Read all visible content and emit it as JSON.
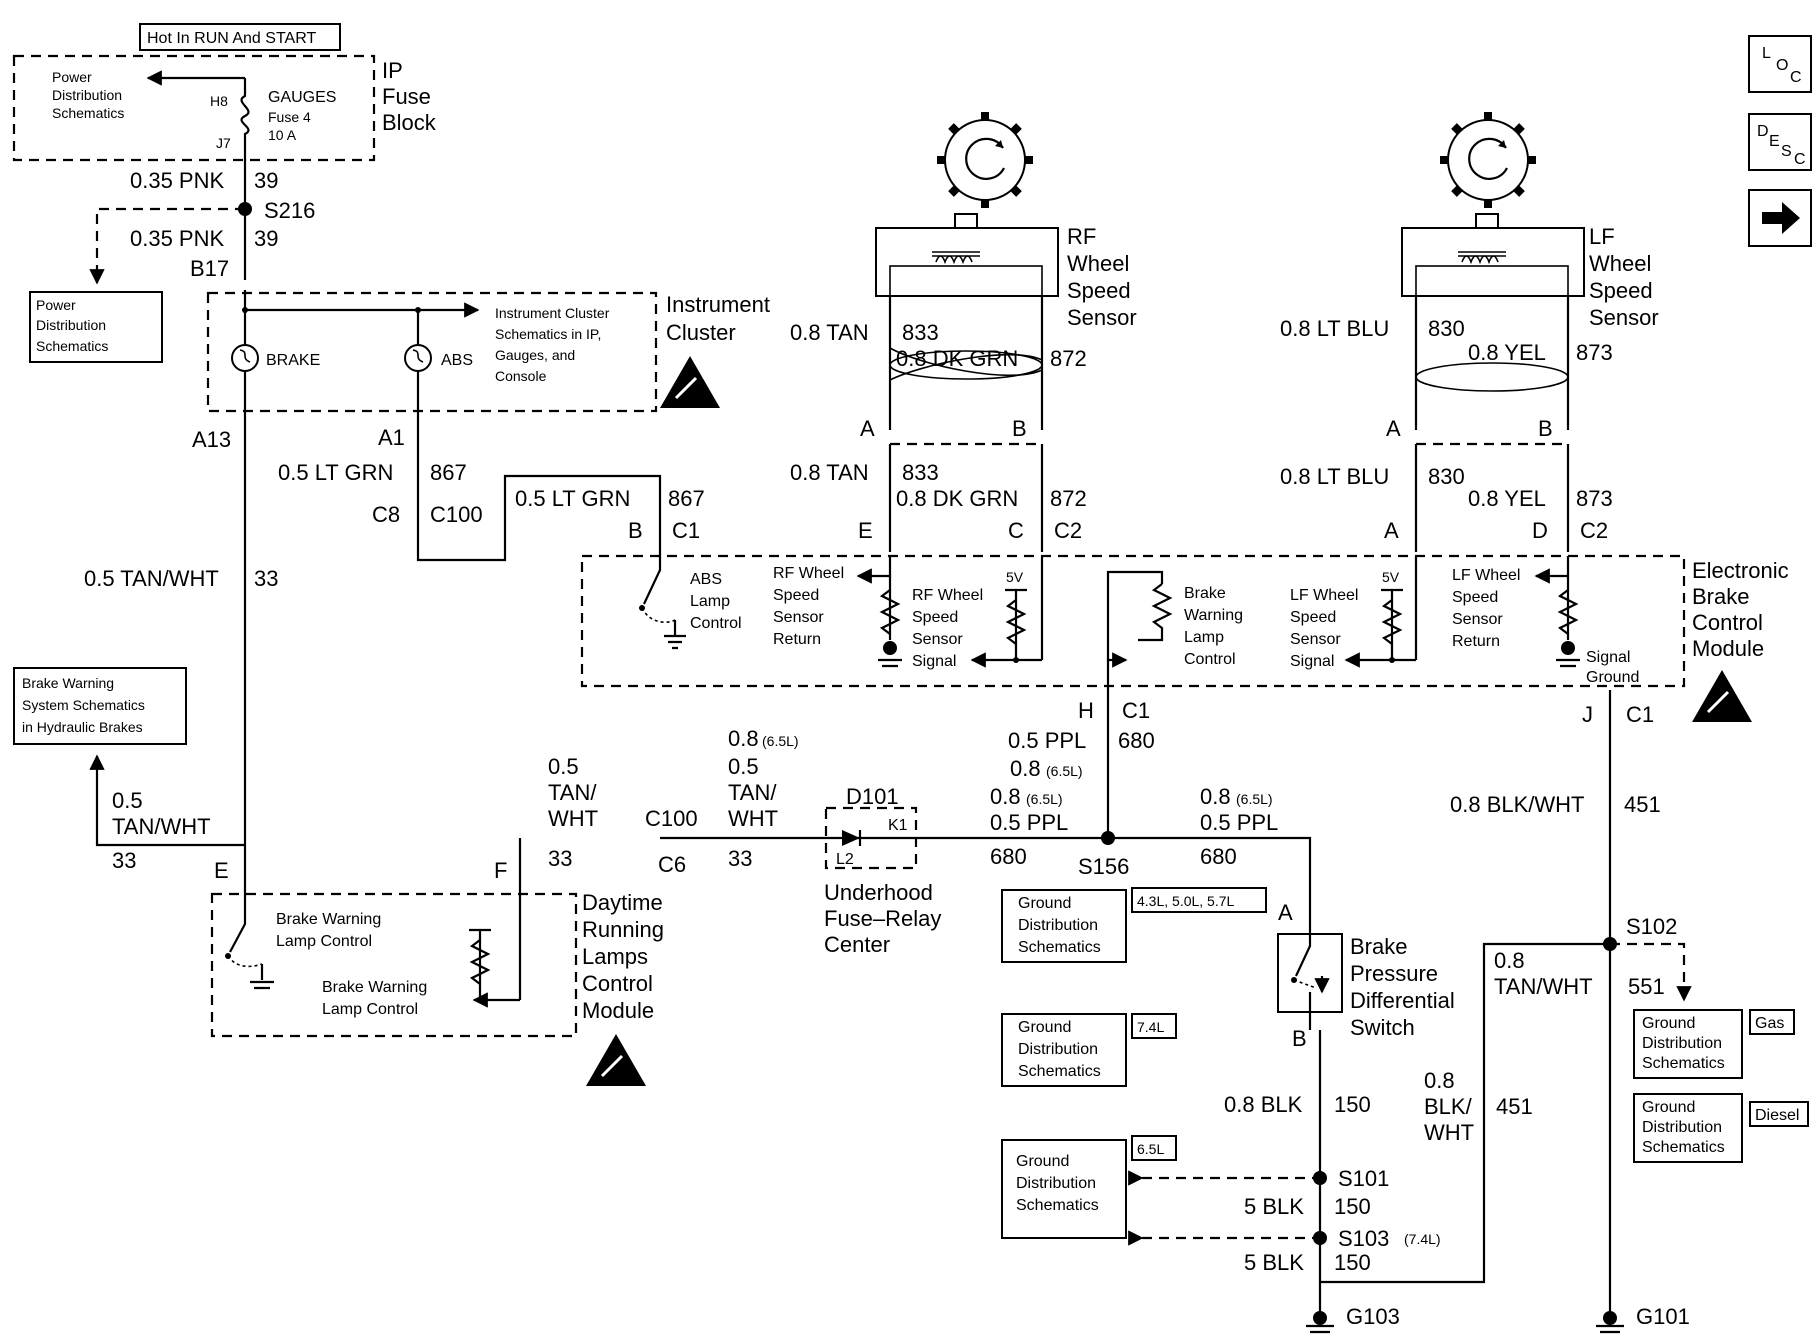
{
  "nav": {
    "loc": {
      "l1": "L",
      "l2": "O",
      "l3": "C"
    },
    "desc": {
      "l1": "D",
      "l2": "E",
      "l3": "S",
      "l4": "C"
    },
    "next_icon": "right-arrow-icon"
  },
  "fuse_block": {
    "hot_label": "Hot In RUN And START",
    "title_l1": "IP",
    "title_l2": "Fuse",
    "title_l3": "Block",
    "pds_l1": "Power",
    "pds_l2": "Distribution",
    "pds_l3": "Schematics",
    "pin_in": "H8",
    "pin_out": "J7",
    "fuse_l1": "GAUGES",
    "fuse_l2": "Fuse 4",
    "fuse_l3": "10 A"
  },
  "splice_s216": {
    "wire_top": "0.35 PNK",
    "circ_top": "39",
    "name": "S216",
    "wire_bot": "0.35 PNK",
    "circ_bot": "39",
    "pds_l1": "Power",
    "pds_l2": "Distribution",
    "pds_l3": "Schematics"
  },
  "cluster": {
    "pin_in": "B17",
    "title_l1": "Instrument",
    "title_l2": "Cluster",
    "brake": "BRAKE",
    "abs": "ABS",
    "ref_l1": "Instrument Cluster",
    "ref_l2": "Schematics in IP,",
    "ref_l3": "Gauges, and",
    "ref_l4": "Console",
    "pin_a13": "A13",
    "pin_a1": "A1"
  },
  "wires_left": {
    "a1_wire": "0.5 LT GRN",
    "a1_circ": "867",
    "c8": "C8",
    "c100": "C100",
    "c100_wire": "0.5 LT GRN",
    "c100_circ": "867",
    "a13_wire": "0.5 TAN/WHT",
    "a13_circ": "33"
  },
  "bwss": {
    "l1": "Brake Warning",
    "l2": "System Schematics",
    "l3": "in Hydraulic Brakes"
  },
  "rf_sensor": {
    "title_l1": "RF",
    "title_l2": "Wheel",
    "title_l3": "Speed",
    "title_l4": "Sensor",
    "w1": "0.8 TAN",
    "c1": "833",
    "w2": "0.8 DK GRN",
    "c2": "872",
    "pin_a": "A",
    "pin_b": "B",
    "w1b": "0.8 TAN",
    "c1b": "833",
    "w2b": "0.8 DK GRN",
    "c2b": "872"
  },
  "lf_sensor": {
    "title_l1": "LF",
    "title_l2": "Wheel",
    "title_l3": "Speed",
    "title_l4": "Sensor",
    "w1": "0.8 LT BLU",
    "c1": "830",
    "w2": "0.8 YEL",
    "c2": "873",
    "pin_a": "A",
    "pin_b": "B",
    "w1b": "0.8 LT BLU",
    "c1b": "830",
    "w2b": "0.8 YEL",
    "c2b": "873"
  },
  "ebcm": {
    "title_l1": "Electronic",
    "title_l2": "Brake",
    "title_l3": "Control",
    "title_l4": "Module",
    "pin_b": "B",
    "c1": "C1",
    "pin_e": "E",
    "pin_c": "C",
    "c2": "C2",
    "pin_a": "A",
    "pin_d": "D",
    "c2b": "C2",
    "abs_l1": "ABS",
    "abs_l2": "Lamp",
    "abs_l3": "Control",
    "rfr_l1": "RF Wheel",
    "rfr_l2": "Speed",
    "rfr_l3": "Sensor",
    "rfr_l4": "Return",
    "rfs_l1": "RF Wheel",
    "rfs_l2": "Speed",
    "rfs_l3": "Sensor",
    "rfs_l4": "Signal",
    "v5a": "5V",
    "bwl_l1": "Brake",
    "bwl_l2": "Warning",
    "bwl_l3": "Lamp",
    "bwl_l4": "Control",
    "lfs_l1": "LF Wheel",
    "lfs_l2": "Speed",
    "lfs_l3": "Sensor",
    "lfs_l4": "Signal",
    "v5b": "5V",
    "lfr_l1": "LF Wheel",
    "lfr_l2": "Speed",
    "lfr_l3": "Sensor",
    "lfr_l4": "Return",
    "sg_l1": "Signal",
    "sg_l2": "Ground",
    "pin_h": "H",
    "c1h": "C1",
    "pin_j": "J",
    "c1j": "C1"
  },
  "center_wires": {
    "h_w1": "0.5 PPL",
    "h_c": "680",
    "h_w2": "0.8",
    "h_w2s": "(6.5L)",
    "l_w1": "0.8",
    "l_w1s": "(6.5L)",
    "l_w2": "0.5 PPL",
    "l_c": "680",
    "r_w1": "0.8",
    "r_w1s": "(6.5L)",
    "r_w2": "0.5 PPL",
    "r_c": "680",
    "s156": "S156",
    "d101": "D101",
    "k1": "K1",
    "l2": "L2",
    "ufrc_l1": "Underhood",
    "ufrc_l2": "Fuse–Relay",
    "ufrc_l3": "Center",
    "c100": "C100",
    "c6": "C6",
    "a_l1": "0.5",
    "a_l2": "TAN/",
    "a_l3": "WHT",
    "a_c": "33",
    "b_l0": "0.8",
    "b_l0s": "(6.5L)",
    "b_l1": "0.5",
    "b_l2": "TAN/",
    "b_l3": "WHT",
    "b_c": "33"
  },
  "drl": {
    "pin_e": "E",
    "pin_f": "F",
    "bw1_l1": "Brake Warning",
    "bw1_l2": "Lamp Control",
    "bw2_l1": "Brake Warning",
    "bw2_l2": "Lamp Control",
    "title_l1": "Daytime",
    "title_l2": "Running",
    "title_l3": "Lamps",
    "title_l4": "Control",
    "title_l5": "Module",
    "side_l1": "0.5",
    "side_l2": "TAN/WHT",
    "side_c": "33"
  },
  "bpds": {
    "pin_a": "A",
    "pin_b": "B",
    "title_l1": "Brake",
    "title_l2": "Pressure",
    "title_l3": "Differential",
    "title_l4": "Switch",
    "w": "0.8 BLK",
    "c": "150",
    "s101": "S101",
    "w2": "5 BLK",
    "c2": "150",
    "s103": "S103",
    "s103v": "(7.4L)",
    "w3": "5 BLK",
    "c3": "150",
    "g103": "G103"
  },
  "ground_refs": {
    "g1_l1": "Ground",
    "g1_l2": "Distribution",
    "g1_l3": "Schematics",
    "g1_tag": "4.3L, 5.0L, 5.7L",
    "g2_l1": "Ground",
    "g2_l2": "Distribution",
    "g2_l3": "Schematics",
    "g2_tag": "7.4L",
    "g3_l1": "Ground",
    "g3_l2": "Distribution",
    "g3_l3": "Schematics",
    "g3_tag": "6.5L",
    "g4_l1": "Ground",
    "g4_l2": "Distribution",
    "g4_l3": "Schematics",
    "g4_tag": "Gas",
    "g5_l1": "Ground",
    "g5_l2": "Distribution",
    "g5_l3": "Schematics",
    "g5_tag": "Diesel"
  },
  "right_ground": {
    "w1": "0.8 BLK/WHT",
    "c1": "451",
    "s102": "S102",
    "tw_l1": "0.8",
    "tw_l2": "TAN/WHT",
    "tw_c": "551",
    "bw_l1": "0.8",
    "bw_l2": "BLK/",
    "bw_l3": "WHT",
    "bw_c": "451",
    "g101": "G101"
  }
}
